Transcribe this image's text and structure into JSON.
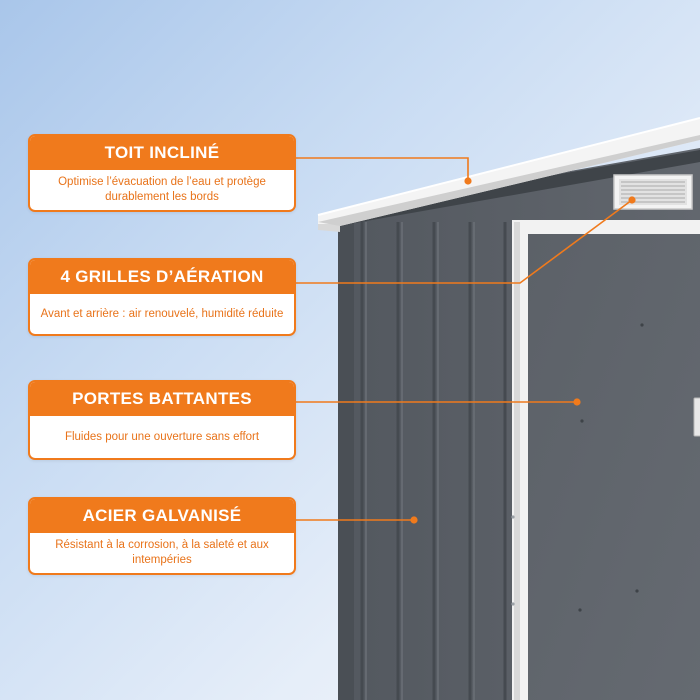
{
  "colors": {
    "accent": "#f07a1c",
    "shed_body": "#5f646b",
    "shed_trim": "#f2f2f2",
    "background": "#c9dcf3"
  },
  "features": [
    {
      "title": "TOIT INCLINÉ",
      "description": "Optimise l’évacuation de l’eau et protège durablement les bords"
    },
    {
      "title": "4 GRILLES D’AÉRATION",
      "description": "Avant et arrière : air renouvelé, humidité réduite"
    },
    {
      "title": "PORTES BATTANTES",
      "description": "Fluides pour une ouverture sans effort"
    },
    {
      "title": "ACIER GALVANISÉ",
      "description": "Résistant à la corrosion, à la saleté et aux intempéries"
    }
  ]
}
